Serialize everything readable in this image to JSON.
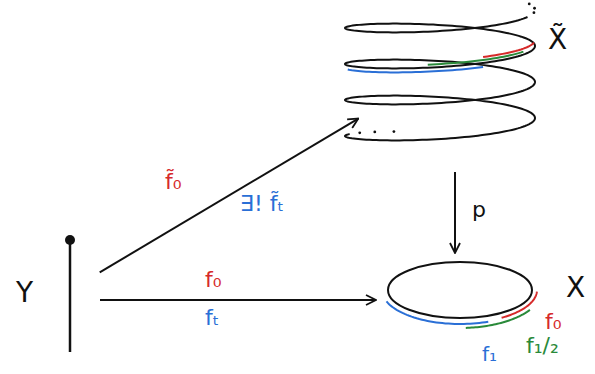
{
  "diagram": {
    "nodes": [
      {
        "text": [
          "Y"
        ]
      },
      {
        "text": [
          "X̃"
        ]
      },
      {
        "text": [
          "X"
        ]
      }
    ],
    "edges": [
      {
        "from": 0,
        "to": 1,
        "arrow": "to",
        "label": "f̃₀"
      },
      {
        "from": 0,
        "to": 2,
        "arrow": "to",
        "label": "f₀"
      },
      {
        "from": 1,
        "to": 2,
        "arrow": "to",
        "label": "p"
      }
    ],
    "labels": [
      "∃! f̃ₜ",
      "fₜ",
      "f₀",
      "f₁/₂",
      "f₁"
    ]
  }
}
